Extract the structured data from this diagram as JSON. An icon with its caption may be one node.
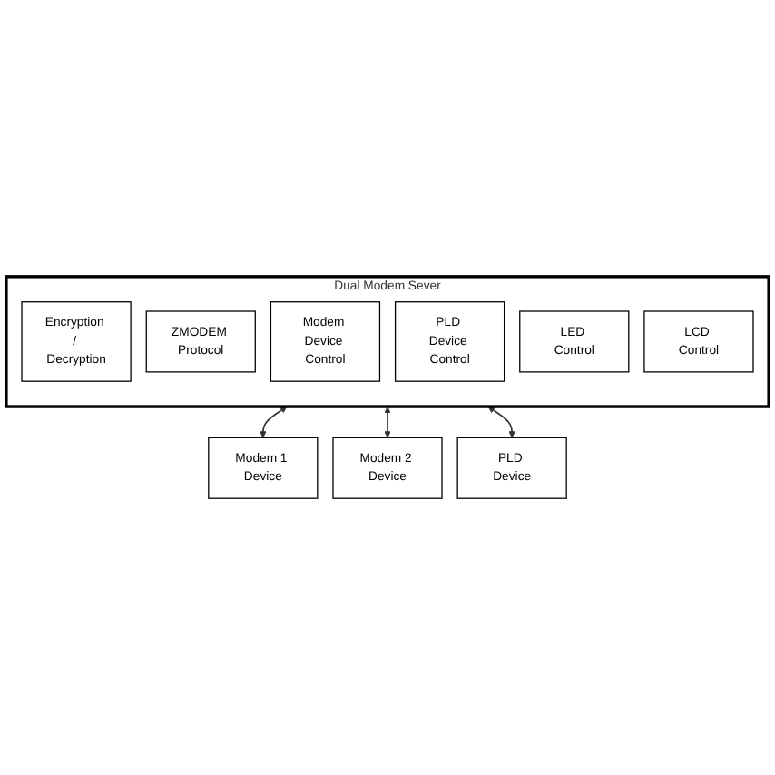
{
  "diagram": {
    "nodes": [
      {
        "text": [
          "Dual Modem Sever"
        ]
      },
      {
        "text": [
          "Encryption / Decryption"
        ],
        "in": 0
      },
      {
        "text": [
          "ZMODEM Protocol"
        ],
        "in": 0
      },
      {
        "text": [
          "Modem Device Control"
        ],
        "in": 0
      },
      {
        "text": [
          "PLD Device Control"
        ],
        "in": 0
      },
      {
        "text": [
          "LED Control"
        ],
        "in": 0
      },
      {
        "text": [
          "LCD Control"
        ],
        "in": 0
      },
      {
        "text": [
          "Modem 1 Device"
        ]
      },
      {
        "text": [
          "Modem 2 Device"
        ]
      },
      {
        "text": [
          "PLD Device"
        ]
      }
    ],
    "edges": [
      {
        "from": 0,
        "to": 7,
        "arrow": "both"
      },
      {
        "from": 0,
        "to": 8,
        "arrow": "both"
      },
      {
        "from": 0,
        "to": 9,
        "arrow": "both"
      }
    ]
  }
}
